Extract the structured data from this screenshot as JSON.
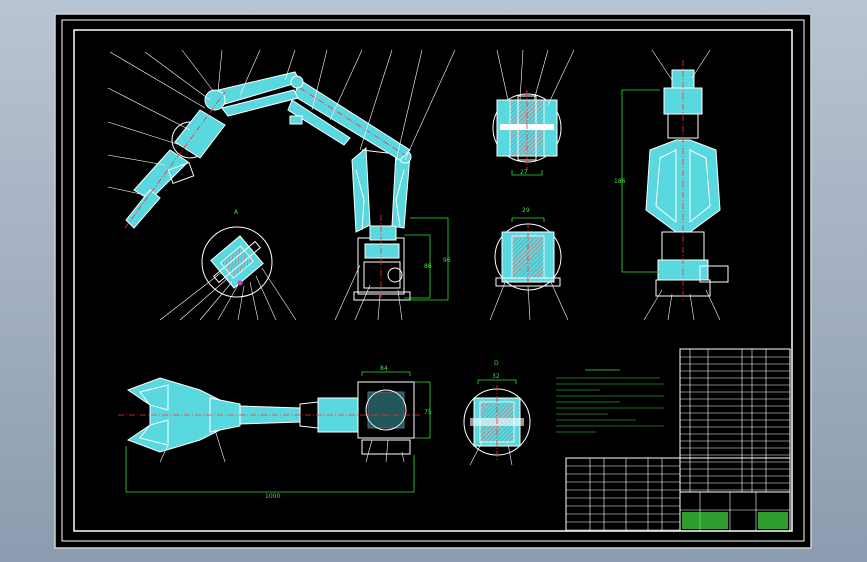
{
  "drawing": {
    "sheet_border_color": "#ffffff",
    "background_color": "#000000",
    "outline_color": "#5ce6e6",
    "centerline_color": "#ff3030",
    "dimension_color": "#30e030"
  },
  "views": {
    "main_arm": "robot-arm-side-view",
    "detail_a": "detail-view-a",
    "detail_b": "detail-view-b",
    "detail_c": "detail-view-c",
    "gripper_front": "gripper-front-view",
    "top_view": "arm-top-view",
    "detail_d": "detail-view-d"
  },
  "icons": {
    "gripper": "gripper-icon",
    "joint": "joint-icon",
    "base": "base-icon"
  }
}
